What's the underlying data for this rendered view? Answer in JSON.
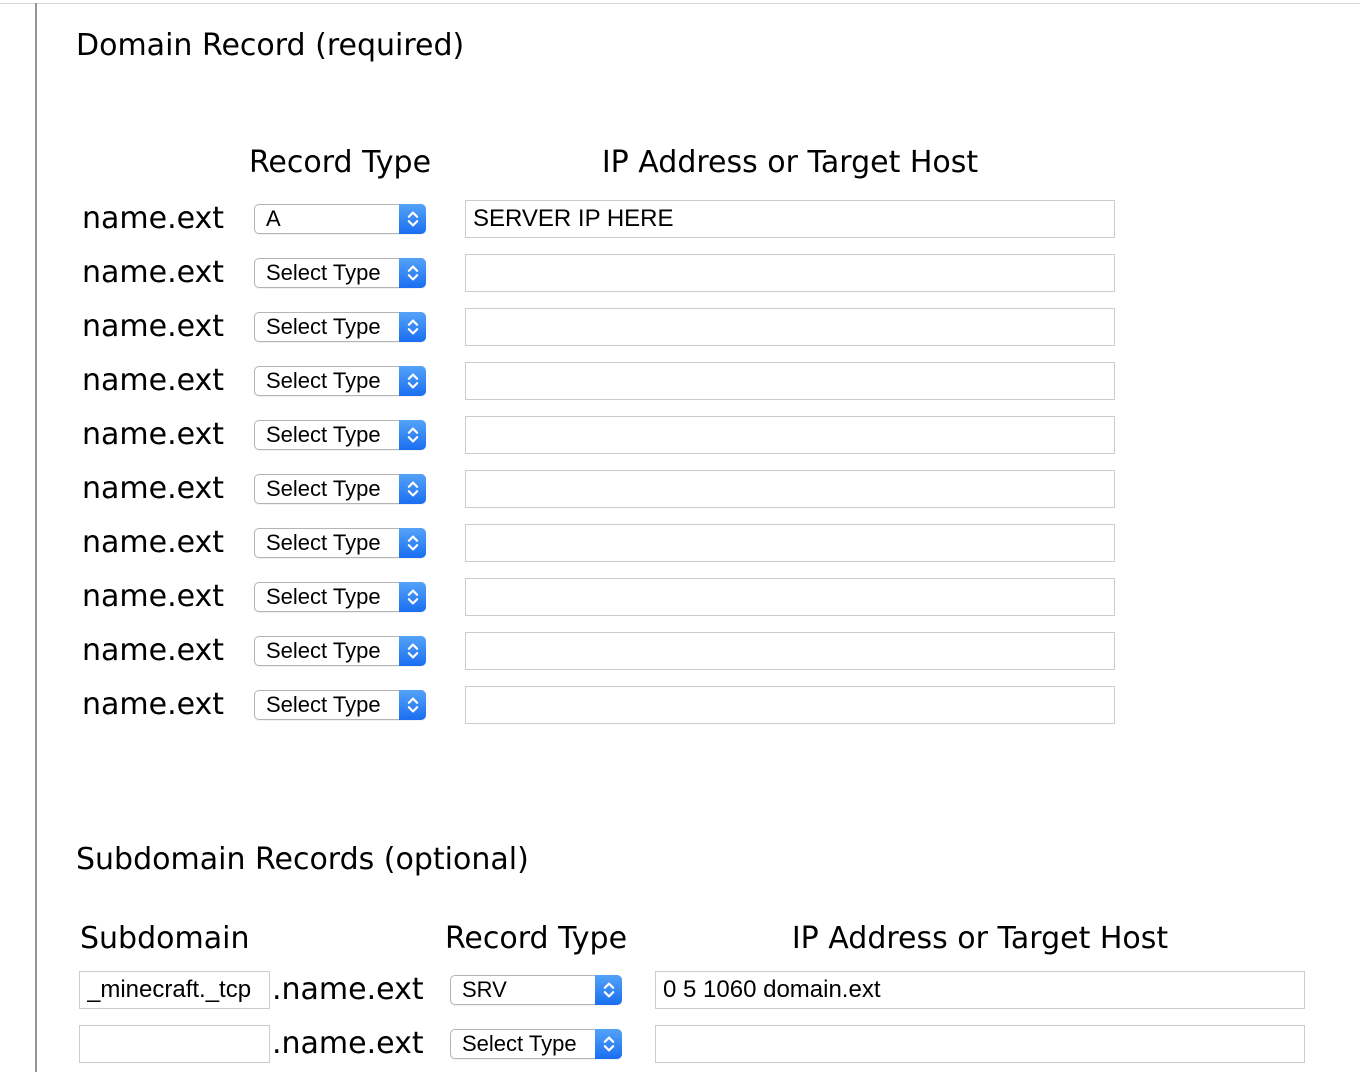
{
  "colors": {
    "select_accent_top": "#54a3f9",
    "select_accent_bottom": "#1a6ef0",
    "input_border": "#cdcdcd",
    "select_border": "#b4b4b4",
    "divider_gray": "#949494",
    "top_divider_gray": "#d5d5d5",
    "text": "#000000"
  },
  "domain_section": {
    "title": "Domain Record (required)",
    "columns": {
      "record_type": "Record Type",
      "ip": "IP Address or Target Host"
    },
    "rows": [
      {
        "label": "name.ext",
        "record_type": "A",
        "value": "SERVER IP HERE"
      },
      {
        "label": "name.ext",
        "record_type": "Select Type",
        "value": ""
      },
      {
        "label": "name.ext",
        "record_type": "Select Type",
        "value": ""
      },
      {
        "label": "name.ext",
        "record_type": "Select Type",
        "value": ""
      },
      {
        "label": "name.ext",
        "record_type": "Select Type",
        "value": ""
      },
      {
        "label": "name.ext",
        "record_type": "Select Type",
        "value": ""
      },
      {
        "label": "name.ext",
        "record_type": "Select Type",
        "value": ""
      },
      {
        "label": "name.ext",
        "record_type": "Select Type",
        "value": ""
      },
      {
        "label": "name.ext",
        "record_type": "Select Type",
        "value": ""
      },
      {
        "label": "name.ext",
        "record_type": "Select Type",
        "value": ""
      }
    ]
  },
  "subdomain_section": {
    "title": "Subdomain Records (optional)",
    "columns": {
      "subdomain": "Subdomain",
      "record_type": "Record Type",
      "ip": "IP Address or Target Host"
    },
    "rows": [
      {
        "subdomain": "_minecraft._tcp",
        "suffix": ".name.ext",
        "record_type": "SRV",
        "value": "0 5 1060 domain.ext"
      },
      {
        "subdomain": "",
        "suffix": ".name.ext",
        "record_type": "Select Type",
        "value": ""
      }
    ]
  }
}
